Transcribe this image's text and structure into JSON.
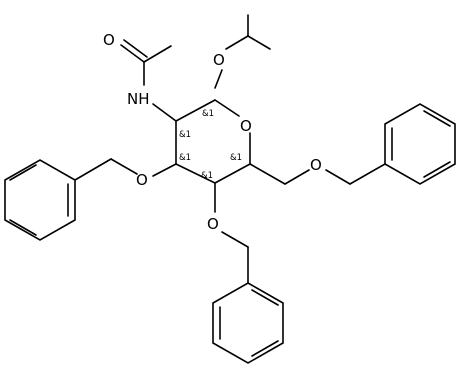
{
  "atoms": {
    "O_isopropyl": "O",
    "O_ring": "O",
    "N_amide": "NH",
    "O_carbonyl": "O",
    "O_c3": "O",
    "O_c4": "O",
    "O_c6": "O"
  },
  "stereo": {
    "c1": "&1",
    "c2": "&1",
    "c3": "&1",
    "c4": "&1",
    "c5": "&1"
  },
  "colors": {
    "line": "#000000",
    "background": "#ffffff"
  }
}
